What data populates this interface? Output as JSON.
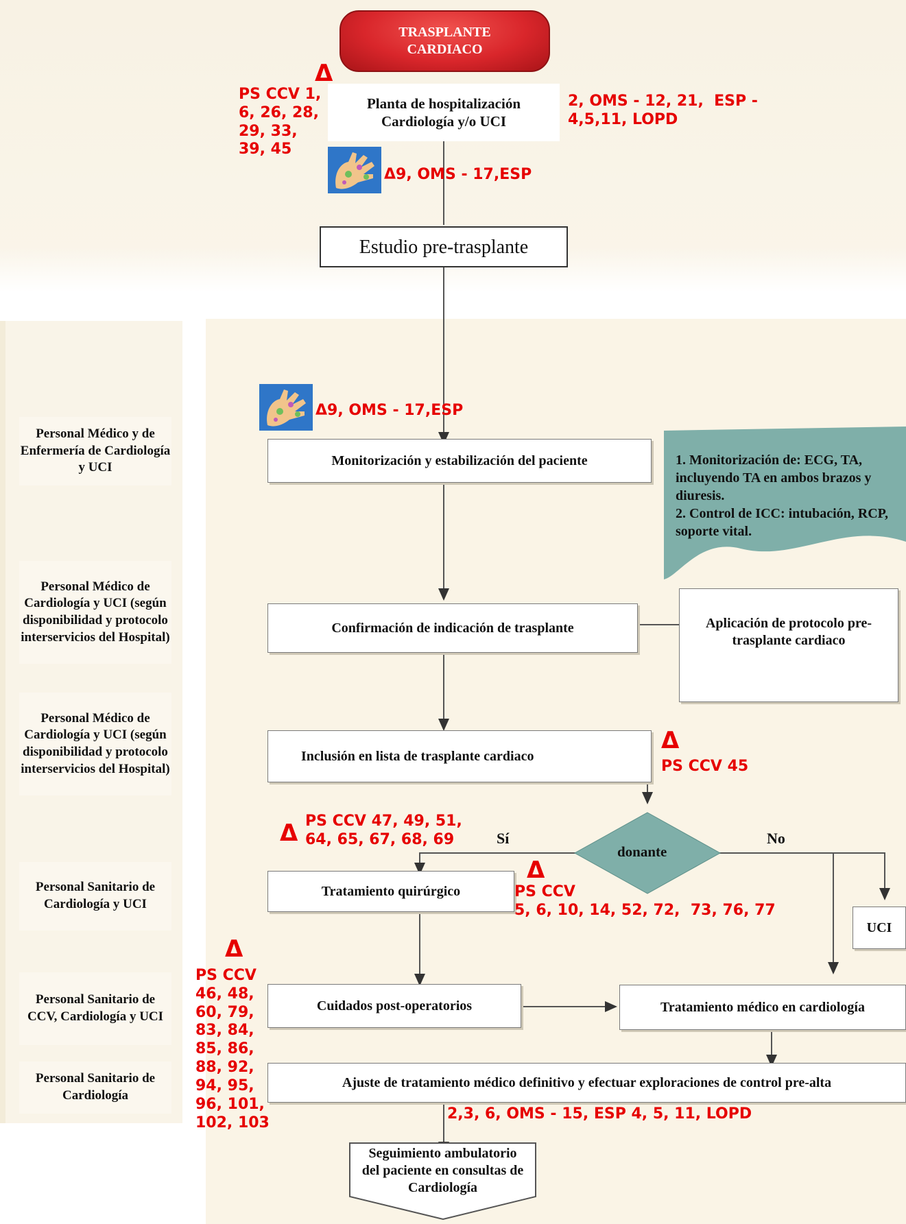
{
  "title": "TRASPLANTE CARDIACO",
  "roles": [
    "Personal Médico y de Enfermería de Cardiología y UCI",
    "Personal Médico de Cardiología y UCI (según disponibilidad y protocolo interservicios del Hospital)",
    "Personal Médico de Cardiología y UCI (según disponibilidad y protocolo interservicios del Hospital)",
    "Personal Sanitario de Cardiología y UCI",
    "Personal Sanitario de CCV, Cardiología y UCI",
    "Personal Sanitario de Cardiología"
  ],
  "nodes": {
    "planta": "Planta de hospitalización Cardiología y/o UCI",
    "estudio": "Estudio pre-trasplante",
    "monitorizacion": "Monitorización y estabilización del paciente",
    "note_monitor": "1. Monitorización de: ECG, TA, incluyendo TA en ambos brazos y diuresis.\n2. Control de ICC: intubación, RCP, soporte vital.",
    "confirmacion": "Confirmación de indicación de trasplante",
    "protocolo": "Aplicación de protocolo pre-trasplante cardiaco",
    "inclusion": "Inclusión en lista de trasplante cardiaco",
    "donante": "donante",
    "si": "Sí",
    "no": "No",
    "quirurgico": "Tratamiento quirúrgico",
    "uci": "UCI",
    "postop": "Cuidados post-operatorios",
    "medico": "Tratamiento médico en cardiología",
    "ajuste": "Ajuste de tratamiento médico definitivo y efectuar exploraciones de control pre-alta",
    "seguimiento": "Seguimiento ambulatorio del paciente en consultas de Cardiología"
  },
  "delta_symbol": "Δ",
  "refs": {
    "ps_top": "PS CCV 1,\n6, 26, 28,\n29, 33,\n39, 45",
    "oms_top": "2, OMS - 12, 21,  ESP -\n4,5,11, LOPD",
    "glove1": "Δ9, OMS - 17,ESP",
    "glove2": "Δ9, OMS - 17,ESP",
    "inclusion": "PS CCV 45",
    "si_branch": "PS CCV 47, 49, 51,\n64, 65, 67, 68, 69",
    "quirurgico": "PS CCV\n5, 6, 10, 14, 52, 72,  73, 76, 77",
    "postop": "PS CCV\n46, 48,\n60, 79,\n83, 84,\n85, 86,\n88, 92,\n94, 95,\n96, 101,\n102, 103",
    "bottom": "2,3, 6, OMS - 15, ESP 4, 5, 11, LOPD"
  },
  "colors": {
    "title_red": "#d9262b",
    "teal": "#7fafa9",
    "ref_red": "#e60000"
  }
}
